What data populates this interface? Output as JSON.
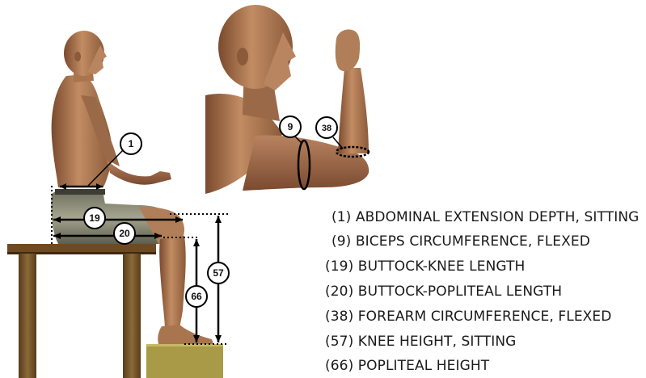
{
  "callouts": {
    "c1": "1",
    "c9": "9",
    "c19": "19",
    "c20": "20",
    "c38": "38",
    "c57": "57",
    "c66": "66"
  },
  "legend": [
    "(1) ABDOMINAL EXTENSION DEPTH, SITTING",
    "(9) BICEPS CIRCUMFERENCE, FLEXED",
    "(19) BUTTOCK-KNEE LENGTH",
    "(20) BUTTOCK-POPLITEAL LENGTH",
    "(38) FOREARM CIRCUMFERENCE, FLEXED",
    "(57) KNEE HEIGHT, SITTING",
    "(66) POPLITEAL HEIGHT"
  ],
  "colors": {
    "skin": "#c08a62",
    "skin_dark": "#8a5a3a",
    "bench_top": "#6e4a22",
    "bench_leg": "#7b5a2e",
    "footrest": "#a99a47",
    "shorts": "#8b8b7a"
  }
}
